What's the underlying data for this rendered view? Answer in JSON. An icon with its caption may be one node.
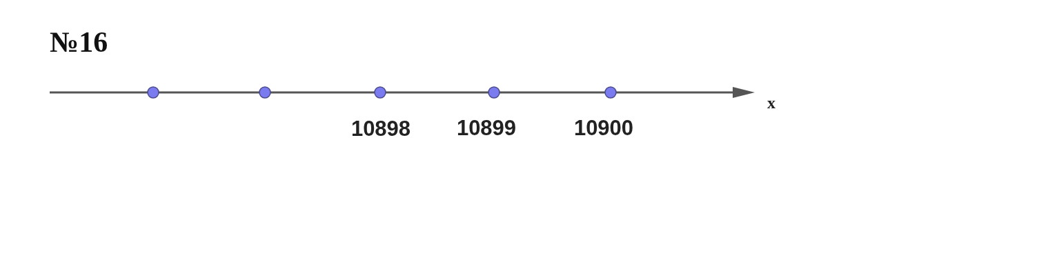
{
  "diagram": {
    "title": "№16",
    "labels": [
      "10898",
      "10899",
      "10900",
      "x"
    ]
  }
}
